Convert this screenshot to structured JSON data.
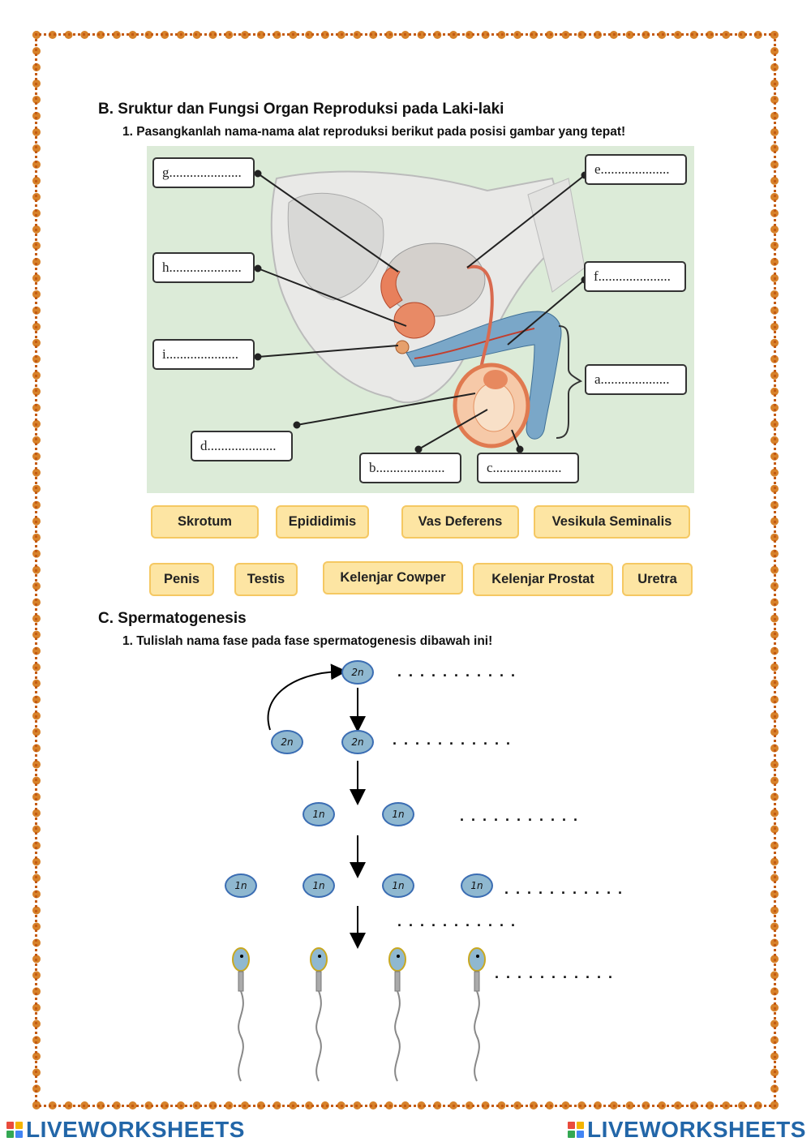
{
  "section_b": {
    "title": "B.  Sruktur dan Fungsi Organ Reproduksi pada Laki-laki",
    "question": "1.   Pasangkanlah nama-nama alat reproduksi berikut pada posisi gambar yang tepat!",
    "labels": [
      "g.....................",
      "e....................",
      "h.....................",
      "f.....................",
      "i.....................",
      "a....................",
      "d....................",
      "b....................",
      "c...................."
    ],
    "answers": [
      "Skrotum",
      "Epididimis",
      "Vas Deferens",
      "Vesikula Seminalis",
      "Penis",
      "Testis",
      "Kelenjar Cowper",
      "Kelenjar Prostat",
      "Uretra"
    ]
  },
  "section_c": {
    "title": "C.  Spermatogenesis",
    "question": "1.   Tulislah nama fase pada fase spermatogenesis dibawah ini!",
    "cell_2n": "2n",
    "cell_1n": "1n",
    "blanks": [
      ". . . . . . . . . . .",
      ". . . . . . . . . . .",
      ". . . . . . . . . . .",
      ". . . . . . . . . . .",
      ". . . . . . . . . . .",
      ". . . . . . . . . . ."
    ]
  },
  "footer": {
    "brand_left": "LIVEWORKSHEETS",
    "brand_right": "LIVEWORKSHEETS"
  },
  "colors": {
    "border": "#d7822a",
    "tile_bg": "#fde5a3",
    "cell_fill": "#8fb8d0",
    "cell_stroke": "#3b6db3",
    "diagram_bg": "#dcebd8",
    "brand": "#2266a8"
  }
}
